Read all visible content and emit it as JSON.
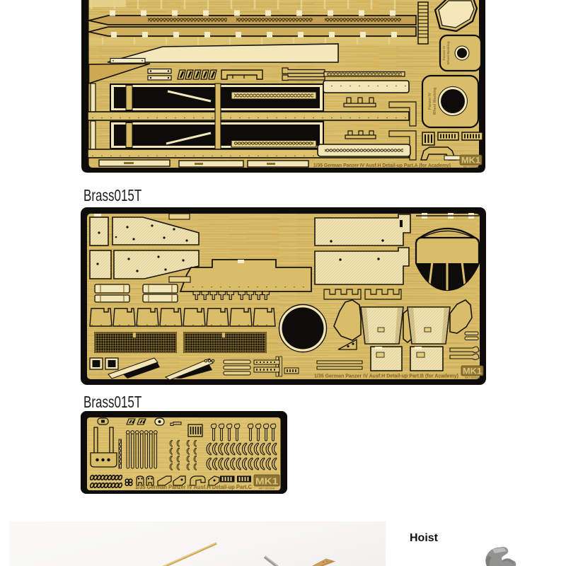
{
  "product_codes": {
    "above_fret_b": "Brass015T",
    "above_fret_c": "Brass015T"
  },
  "frets": {
    "a": {
      "caption": "1/35 German Panzer IV Ausf.H Detail-up Part.A (for Academy)"
    },
    "b": {
      "caption": "1/35 German Panzer IV Ausf.H Detail-up Part.B (for Academy)"
    },
    "c": {
      "caption": "1/35 German Panzer IV Ausf.H Detail-up Part.C"
    }
  },
  "brand": {
    "logo": "MK1",
    "sub": "MKT DESIGN"
  },
  "wheel_masking": {
    "line1": "Panzer IV",
    "line2": "Wheel Masking"
  },
  "photo_section": {
    "label": "Hoist"
  },
  "colors": {
    "brass": "#d7b963",
    "brass_light": "#e3ca7e",
    "bronze_strip": "#c49e51",
    "cream": "#f2e6b6",
    "cream_light": "#f8f0d0",
    "etch_black": "#0d0c08",
    "caption_text": "#7c6527",
    "photo_bg": "#f6f5f2"
  }
}
